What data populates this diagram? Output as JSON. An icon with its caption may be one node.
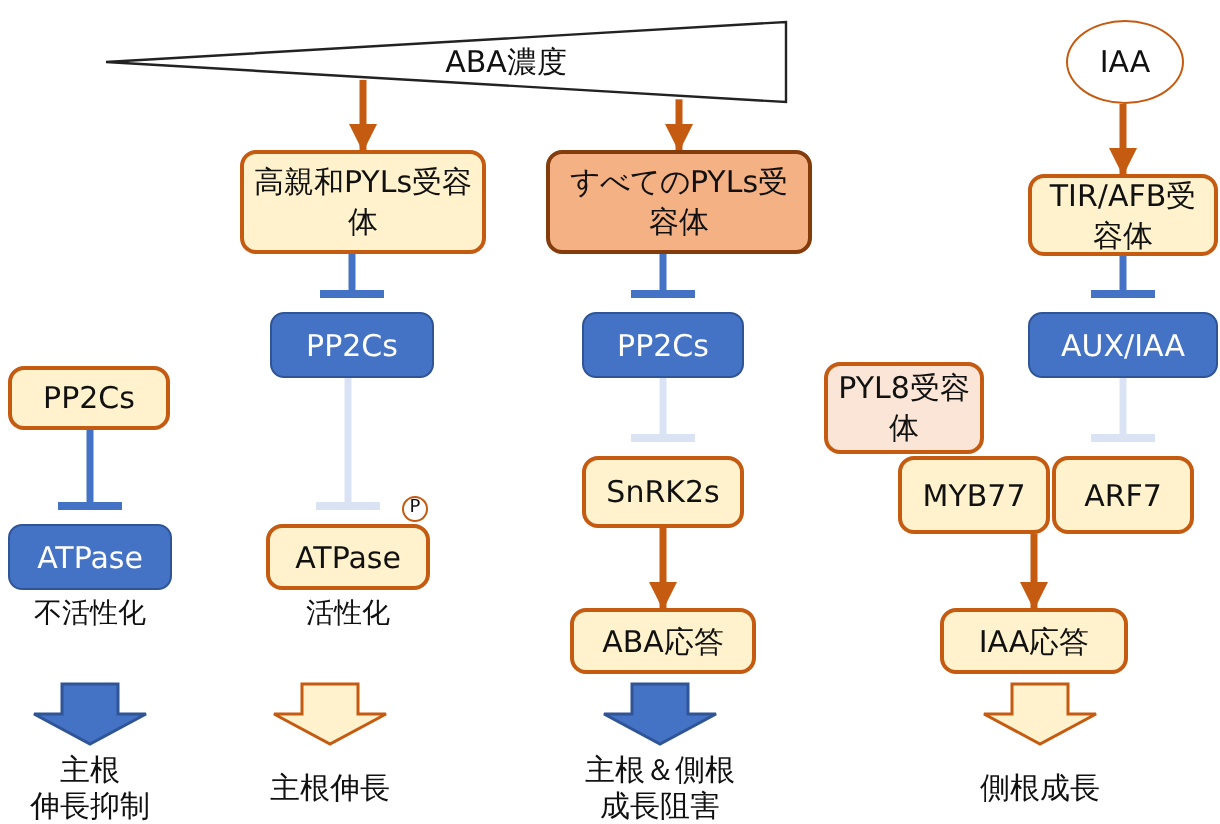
{
  "diagram": {
    "nodes": [
      {
        "text": [
          "ABA濃度"
        ]
      },
      {
        "text": [
          "高親和PYLs受容体"
        ]
      },
      {
        "text": [
          "すべてのPYLs受容体"
        ]
      },
      {
        "text": [
          "IAA"
        ]
      },
      {
        "text": [
          "TIR/AFB受容体"
        ]
      },
      {
        "text": [
          "PP2Cs"
        ]
      },
      {
        "text": [
          "PP2Cs"
        ]
      },
      {
        "text": [
          "AUX/IAA"
        ]
      },
      {
        "text": [
          "PP2Cs"
        ]
      },
      {
        "text": [
          "PYL8受容体"
        ]
      },
      {
        "text": [
          "ATPase"
        ],
        "beside": [
          "不活性化"
        ]
      },
      {
        "text": [
          "ATPase"
        ],
        "beside": [
          "活性化"
        ]
      },
      {
        "text": [
          "SnRK2s"
        ]
      },
      {
        "text": [
          "MYB77"
        ]
      },
      {
        "text": [
          "ARF7"
        ]
      },
      {
        "text": [
          "ABA応答"
        ]
      },
      {
        "text": [
          "IAA応答"
        ]
      },
      {
        "text": [
          "主根",
          "伸長抑制"
        ]
      },
      {
        "text": [
          "主根伸長"
        ]
      },
      {
        "text": [
          "主根＆側根",
          "成長阻害"
        ]
      },
      {
        "text": [
          "側根成長"
        ]
      }
    ],
    "edges": [
      {
        "from": 0,
        "to": 1,
        "arrow": "to",
        "color": "#c55a11"
      },
      {
        "from": 0,
        "to": 2,
        "arrow": "to",
        "color": "#c55a11"
      },
      {
        "from": 3,
        "to": 4,
        "arrow": "to",
        "color": "#c55a11"
      },
      {
        "from": 1,
        "to": 5,
        "arrow": "other",
        "color": "#4472c4"
      },
      {
        "from": 2,
        "to": 6,
        "arrow": "other",
        "color": "#4472c4"
      },
      {
        "from": 4,
        "to": 7,
        "arrow": "other",
        "color": "#4472c4"
      },
      {
        "from": 8,
        "to": 10,
        "arrow": "other",
        "color": "#4472c4"
      },
      {
        "from": 5,
        "to": 11,
        "arrow": "other",
        "color": "#dae3f3"
      },
      {
        "from": 6,
        "to": 12,
        "arrow": "other",
        "color": "#dae3f3"
      },
      {
        "from": 7,
        "to": 14,
        "arrow": "other",
        "color": "#dae3f3"
      },
      {
        "from": 12,
        "to": 15,
        "arrow": "to",
        "color": "#c55a11"
      },
      {
        "from": 13,
        "to": 16,
        "arrow": "to",
        "color": "#c55a11"
      },
      {
        "from": 10,
        "to": 17,
        "arrow": "to",
        "style": "thick",
        "color": "#4472c4"
      },
      {
        "from": 11,
        "to": 18,
        "arrow": "to",
        "style": "thick",
        "color": "#fff2cc"
      },
      {
        "from": 15,
        "to": 19,
        "arrow": "to",
        "style": "thick",
        "color": "#4472c4"
      },
      {
        "from": 16,
        "to": 20,
        "arrow": "to",
        "style": "thick",
        "color": "#fff2cc"
      }
    ],
    "labels": [
      "P"
    ]
  }
}
